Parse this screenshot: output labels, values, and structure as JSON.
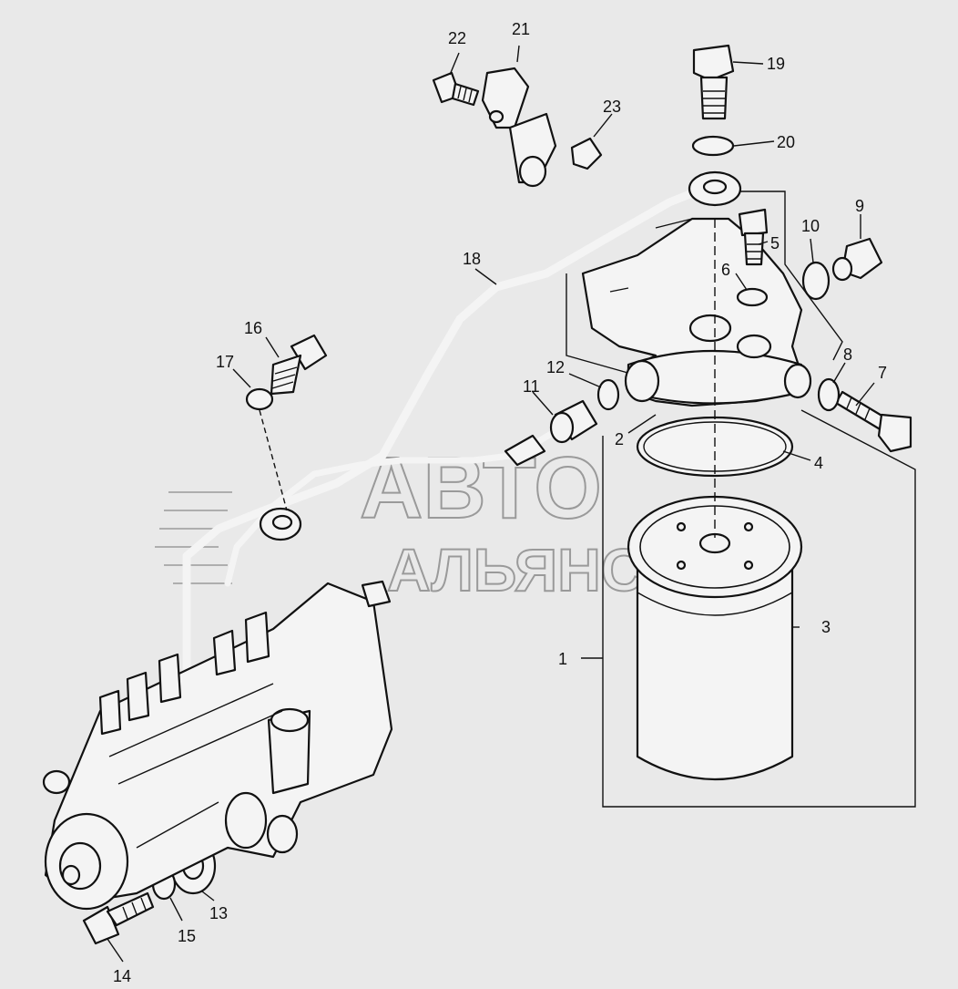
{
  "watermark": {
    "line1": "АВТО",
    "line2": "АЛЬЯНС"
  },
  "callouts": [
    "1",
    "2",
    "3",
    "4",
    "5",
    "6",
    "7",
    "8",
    "9",
    "10",
    "11",
    "12",
    "13",
    "14",
    "15",
    "16",
    "17",
    "18",
    "19",
    "20",
    "21",
    "22",
    "23"
  ]
}
